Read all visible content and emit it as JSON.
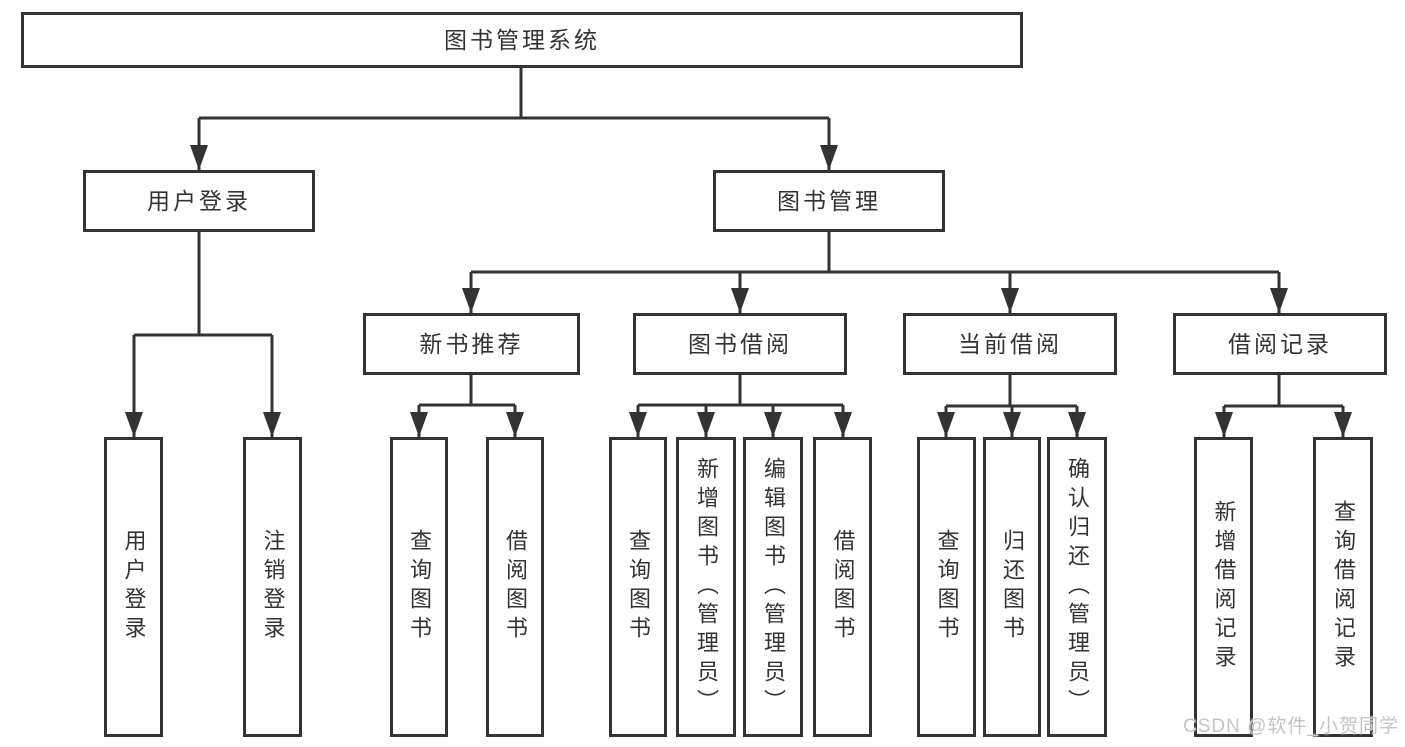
{
  "diagram": {
    "title": "图书管理系统",
    "root": {
      "label": "图书管理系统"
    },
    "level2": [
      {
        "label": "用户登录"
      },
      {
        "label": "图书管理"
      }
    ],
    "level3": [
      {
        "label": "新书推荐"
      },
      {
        "label": "图书借阅"
      },
      {
        "label": "当前借阅"
      },
      {
        "label": "借阅记录"
      }
    ],
    "leaves": {
      "user_login": [
        {
          "label": "用户登录"
        },
        {
          "label": "注销登录"
        }
      ],
      "new_book": [
        {
          "label": "查询图书"
        },
        {
          "label": "借阅图书"
        }
      ],
      "book_borrow": [
        {
          "label": "查询图书"
        },
        {
          "label": "新增图书（管理员）"
        },
        {
          "label": "编辑图书（管理员）"
        },
        {
          "label": "借阅图书"
        }
      ],
      "current_borrow": [
        {
          "label": "查询图书"
        },
        {
          "label": "归还图书"
        },
        {
          "label": "确认归还（管理员）"
        }
      ],
      "borrow_record": [
        {
          "label": "新增借阅记录"
        },
        {
          "label": "查询借阅记录"
        }
      ]
    }
  },
  "colors": {
    "line": "#333333",
    "text": "#333333",
    "background": "#ffffff",
    "watermark": "#c4c4c4"
  },
  "watermark": {
    "text": "CSDN @软件_小贺同学"
  }
}
